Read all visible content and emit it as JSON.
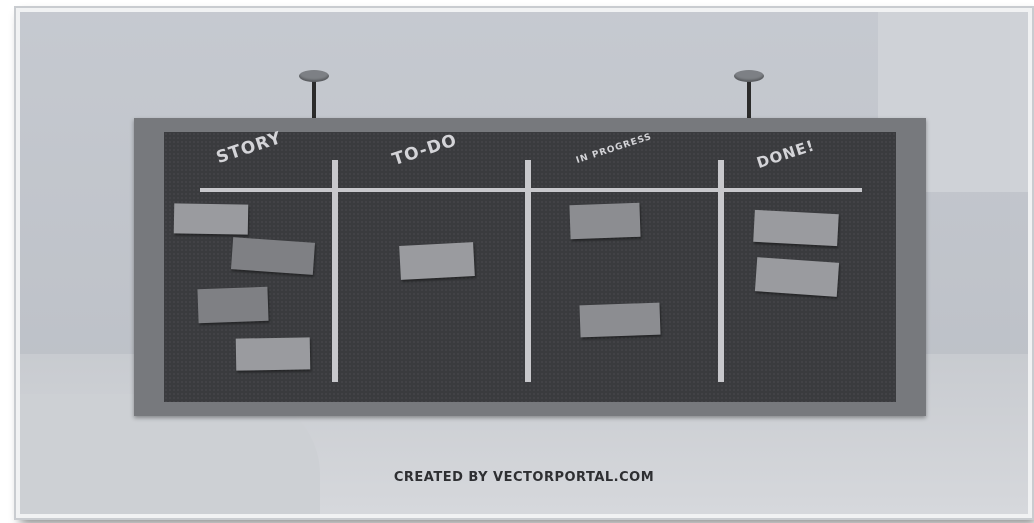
{
  "board": {
    "columns": [
      {
        "title": "STORY"
      },
      {
        "title": "TO-DO"
      },
      {
        "title": "IN PROGRESS"
      },
      {
        "title": "DONE!"
      }
    ]
  },
  "credit": "CREATED BY VECTORPORTAL.COM",
  "colors": {
    "wall": "#c2c6cd",
    "board_frame": "#77797d",
    "board_surface": "#3a3b3e",
    "divider": "#c8c8cc",
    "sticky_note": "#8c8d91"
  }
}
